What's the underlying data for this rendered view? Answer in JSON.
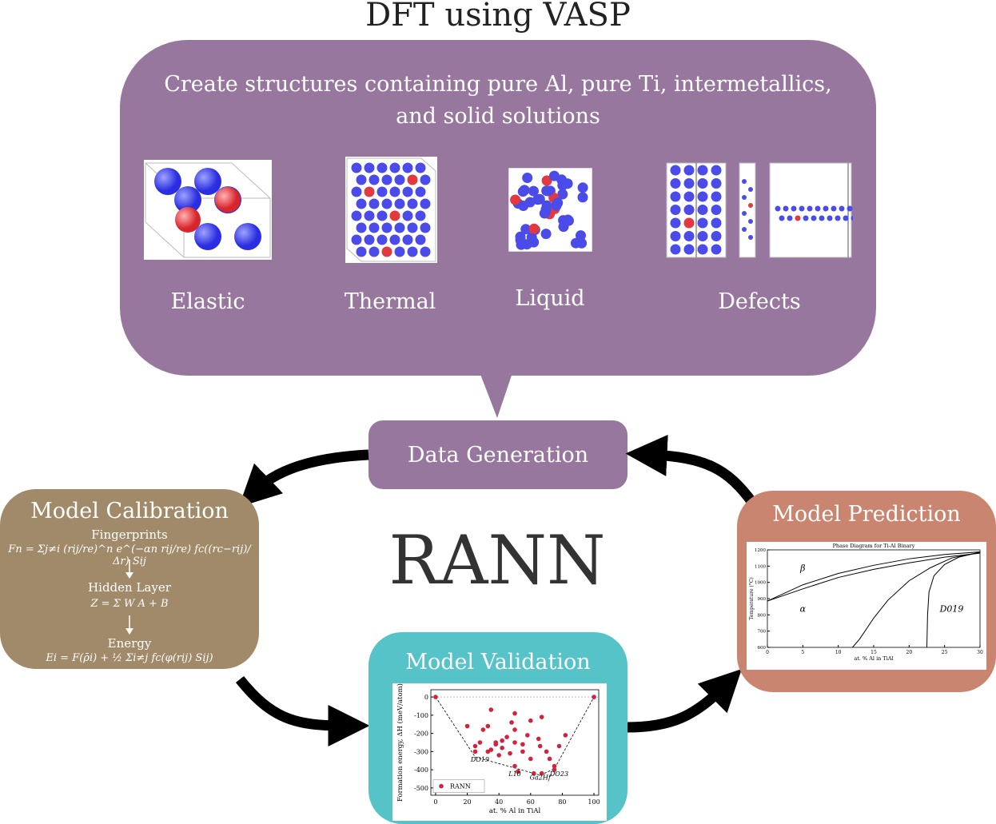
{
  "title": "DFT using VASP",
  "bubble": {
    "description": "Create structures containing pure Al, pure Ti, intermetallics, and solid solutions",
    "categories": [
      "Elastic",
      "Thermal",
      "Liquid",
      "Defects"
    ]
  },
  "cycle": {
    "data_generation": "Data Generation",
    "calibration": {
      "title": "Model Calibration",
      "fingerprints": "Fingerprints",
      "fingerprints_eq": "Fn = Σj≠i (rij/re)^n e^(−αn rij/re) fc((rc−rij)/Δr) Sij",
      "hidden": "Hidden Layer",
      "hidden_eq": "Z = Σ W A + B",
      "energy": "Energy",
      "energy_eq": "Ei = F(ρ̄i) + ½ Σi≠j fc(φ(rij) Sij)"
    },
    "center": "RANN",
    "validation": {
      "title": "Model Validation",
      "chart_data": {
        "type": "scatter",
        "xlabel": "at. % Al in TiAl",
        "ylabel": "Formation energy, ΔH (meV/atom)",
        "xlim": [
          -3,
          103
        ],
        "ylim": [
          -540,
          40
        ],
        "xticks": [
          0,
          20,
          40,
          60,
          80,
          100
        ],
        "yticks": [
          0,
          -100,
          -200,
          -300,
          -400,
          -500
        ],
        "legend": "RANN",
        "legend_position": "bottom-left",
        "points": [
          [
            0,
            0
          ],
          [
            100,
            0
          ],
          [
            20,
            -160
          ],
          [
            25,
            -270
          ],
          [
            25,
            -300
          ],
          [
            28,
            -250
          ],
          [
            30,
            -180
          ],
          [
            33,
            -300
          ],
          [
            33,
            -160
          ],
          [
            35,
            -70
          ],
          [
            35,
            -290
          ],
          [
            38,
            -260
          ],
          [
            40,
            -320
          ],
          [
            42,
            -240
          ],
          [
            45,
            -220
          ],
          [
            47,
            -310
          ],
          [
            50,
            -90
          ],
          [
            50,
            -180
          ],
          [
            50,
            -250
          ],
          [
            50,
            -380
          ],
          [
            52,
            -410
          ],
          [
            55,
            -300
          ],
          [
            58,
            -210
          ],
          [
            60,
            -130
          ],
          [
            60,
            -340
          ],
          [
            62,
            -420
          ],
          [
            65,
            -230
          ],
          [
            66,
            -270
          ],
          [
            67,
            -110
          ],
          [
            67,
            -420
          ],
          [
            70,
            -300
          ],
          [
            72,
            -340
          ],
          [
            75,
            -380
          ],
          [
            75,
            -400
          ],
          [
            78,
            -270
          ],
          [
            82,
            -210
          ],
          [
            38,
            -250
          ],
          [
            42,
            -280
          ],
          [
            55,
            -260
          ],
          [
            48,
            -140
          ]
        ],
        "hull": [
          [
            0,
            0
          ],
          [
            25,
            -330
          ],
          [
            50,
            -390
          ],
          [
            66,
            -430
          ],
          [
            75,
            -395
          ],
          [
            100,
            0
          ]
        ],
        "annotations": [
          "DO19",
          "L10",
          "Ga2Hf",
          "DO23"
        ]
      }
    },
    "prediction": {
      "title": "Model Prediction",
      "chart_data": {
        "type": "line",
        "title": "Phase Diagram for Ti-Al Binary",
        "xlabel": "at. % Al in TiAl",
        "ylabel": "Temperature (°C)",
        "xlim": [
          0,
          30
        ],
        "ylim": [
          600,
          1200
        ],
        "xticks": [
          0,
          5,
          10,
          15,
          20,
          25,
          30
        ],
        "yticks": [
          600,
          700,
          800,
          900,
          1000,
          1100,
          1200
        ],
        "regions": [
          "β",
          "α",
          "D019"
        ],
        "series": [
          {
            "values": [
              [
                0,
                885
              ],
              [
                5,
                960
              ],
              [
                10,
                1030
              ],
              [
                15,
                1080
              ],
              [
                20,
                1120
              ],
              [
                25,
                1155
              ],
              [
                30,
                1180
              ]
            ]
          },
          {
            "values": [
              [
                0,
                885
              ],
              [
                5,
                985
              ],
              [
                10,
                1055
              ],
              [
                15,
                1105
              ],
              [
                20,
                1145
              ],
              [
                25,
                1172
              ],
              [
                30,
                1188
              ]
            ]
          },
          {
            "values": [
              [
                12,
                600
              ],
              [
                13,
                650
              ],
              [
                15,
                780
              ],
              [
                17,
                890
              ],
              [
                20,
                1010
              ],
              [
                23,
                1090
              ],
              [
                26,
                1150
              ],
              [
                30,
                1185
              ]
            ]
          },
          {
            "values": [
              [
                22.5,
                600
              ],
              [
                22.6,
                800
              ],
              [
                22.8,
                940
              ],
              [
                23.5,
                1040
              ],
              [
                25,
                1110
              ],
              [
                27,
                1155
              ],
              [
                30,
                1185
              ]
            ]
          }
        ]
      }
    }
  }
}
